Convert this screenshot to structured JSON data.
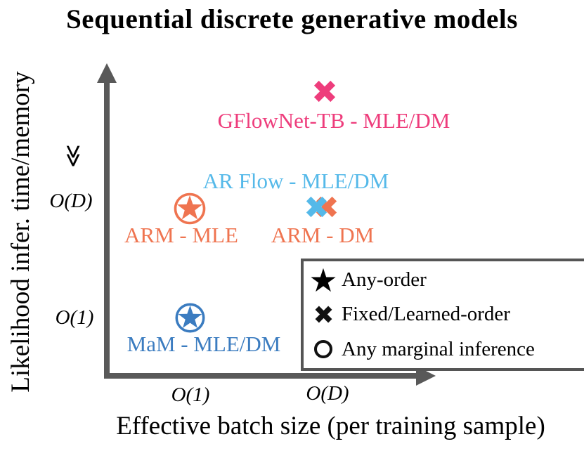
{
  "title": "Sequential discrete generative models",
  "axes": {
    "x_label": "Effective batch size (per training sample)",
    "y_label": "Likelihood infer. time/memory",
    "x_tick_o1": "O(1)",
    "x_tick_od": "O(D)",
    "y_tick_o1": "O(1)",
    "y_tick_od": "O(D)",
    "y_much_greater_symbol": "≫",
    "axis_color": "#595959"
  },
  "chart_data": {
    "type": "scatter",
    "title": "Sequential discrete generative models",
    "xlabel": "Effective batch size (per training sample)",
    "ylabel": "Likelihood infer. time/memory",
    "x_ticks": [
      "O(1)",
      "O(D)"
    ],
    "y_ticks": [
      "O(1)",
      "O(D)",
      "≫ (far above O(D))"
    ],
    "grid": false,
    "legend_position": "lower right",
    "points": [
      {
        "label": "GFlowNet-TB - MLE/DM",
        "x": "O(D)",
        "y": "≫ O(D)",
        "marker": "x",
        "order_type": "Fixed/Learned-order",
        "any_marginal_inference": false,
        "color": "#ee3d7c"
      },
      {
        "label": "AR Flow - MLE/DM",
        "x": "O(D)",
        "y": "O(D)",
        "marker": "x",
        "order_type": "Fixed/Learned-order",
        "any_marginal_inference": false,
        "color": "#55b9e9"
      },
      {
        "label": "ARM - MLE",
        "x": "O(1)",
        "y": "O(D)",
        "marker": "star-in-circle",
        "order_type": "Any-order",
        "any_marginal_inference": true,
        "color": "#ef7450"
      },
      {
        "label": "ARM - DM",
        "x": "O(D)",
        "y": "O(D)",
        "marker": "x",
        "order_type": "Fixed/Learned-order",
        "any_marginal_inference": false,
        "color": "#ef7450"
      },
      {
        "label": "MaM - MLE/DM",
        "x": "O(1)",
        "y": "O(1)",
        "marker": "star-in-circle",
        "order_type": "Any-order",
        "any_marginal_inference": true,
        "color": "#3b7cc0"
      }
    ]
  },
  "legend": {
    "items": [
      {
        "symbol": "star",
        "label": "Any-order"
      },
      {
        "symbol": "x",
        "label": "Fixed/Learned-order"
      },
      {
        "symbol": "circle",
        "label": "Any marginal inference"
      }
    ]
  },
  "colors": {
    "pink": "#ee3d7c",
    "orange": "#ef7450",
    "light_blue": "#55b9e9",
    "blue": "#3b7cc0",
    "axis_gray": "#595959",
    "legend_border": "#555555",
    "text_black": "#000000"
  }
}
